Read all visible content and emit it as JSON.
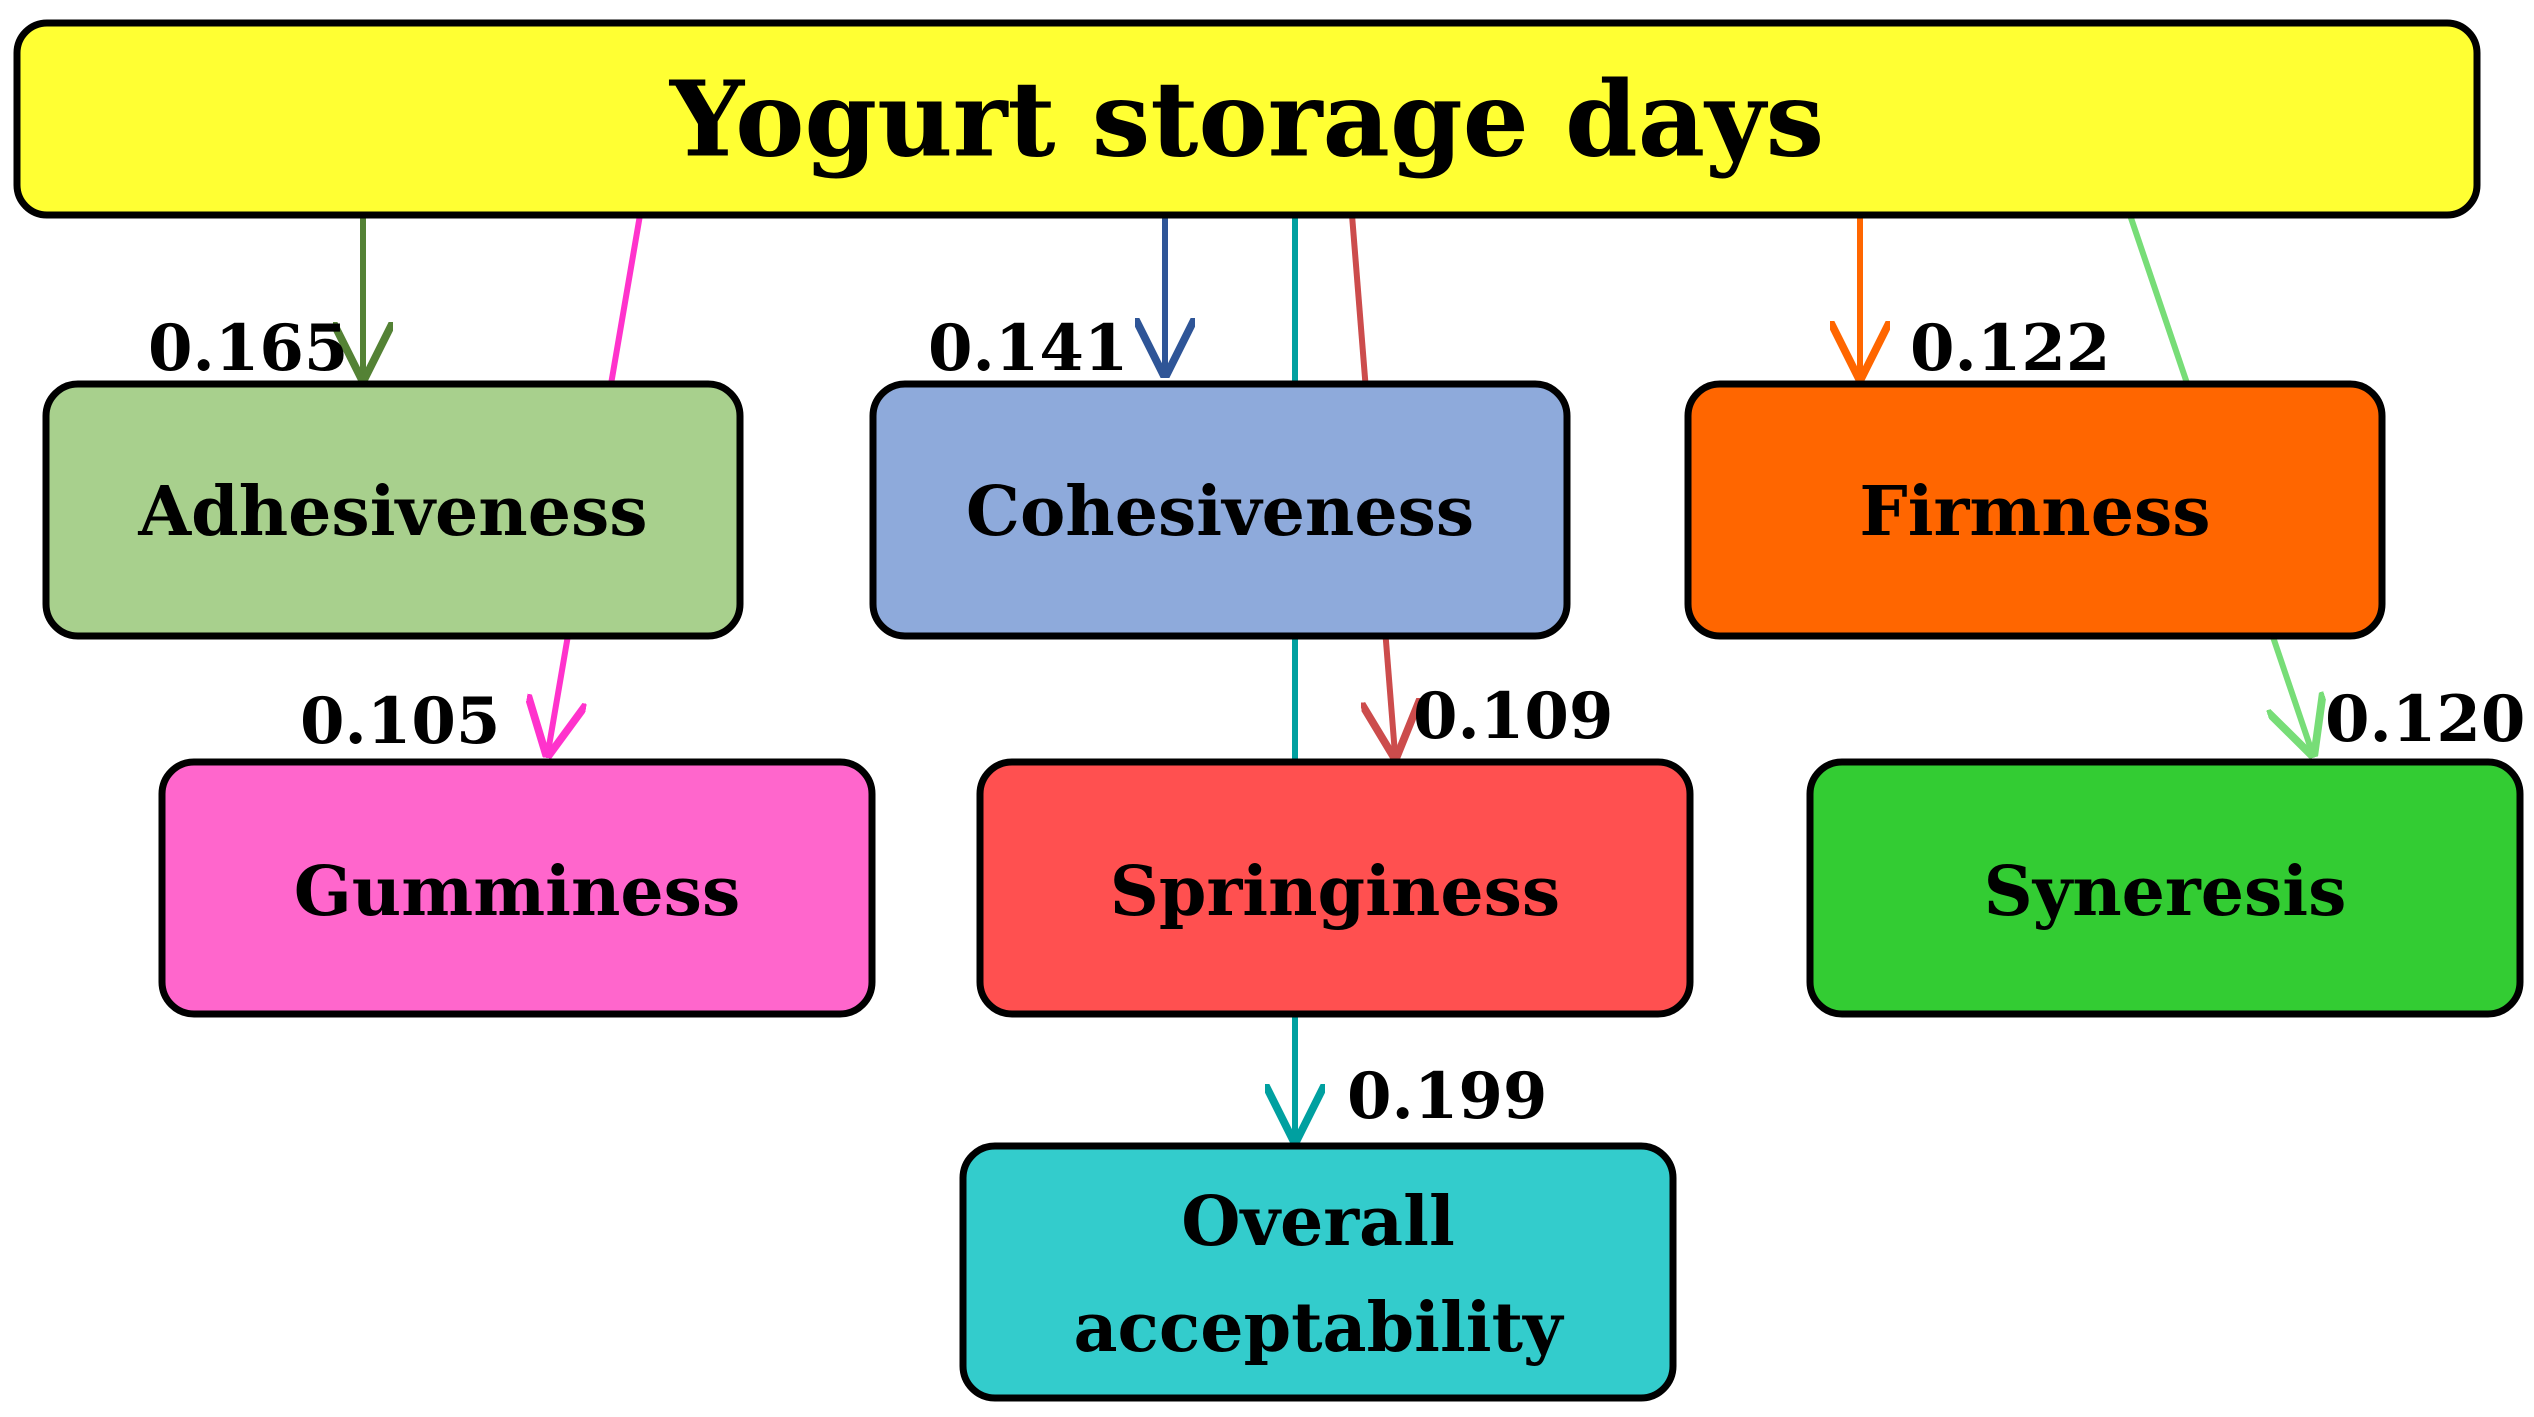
{
  "title": "Yogurt storage days",
  "colors": {
    "title_box": "#ffff33",
    "adhesiveness_box": "#a8d08d",
    "cohesiveness_box": "#8eaadb",
    "firmness_box": "#ff6600",
    "gumminess_box": "#ff66cc",
    "springiness_box": "#ff5050",
    "synergy_box": "#33cc33",
    "overall_box": "#33cccc",
    "edge_adhesiveness": "#548235",
    "edge_gumminess": "#ff33cc",
    "edge_cohesiveness": "#2f5597",
    "edge_overall": "#00a0a0",
    "edge_springiness": "#cc4c4c",
    "edge_firmness": "#ff6600",
    "edge_syneresis": "#77dd77"
  },
  "nodes": {
    "adhesiveness": "Adhesiveness",
    "cohesiveness": "Cohesiveness",
    "firmness": "Firmness",
    "gumminess": "Gumminess",
    "springiness": "Springiness",
    "syneresis": "Syneresis",
    "overall_line1": "Overall",
    "overall_line2": "acceptability"
  },
  "coefficients": {
    "adhesiveness": "0.165",
    "cohesiveness": "0.141",
    "firmness": "0.122",
    "gumminess": "0.105",
    "springiness": "0.109",
    "syneresis": "0.120",
    "overall": "0.199"
  }
}
